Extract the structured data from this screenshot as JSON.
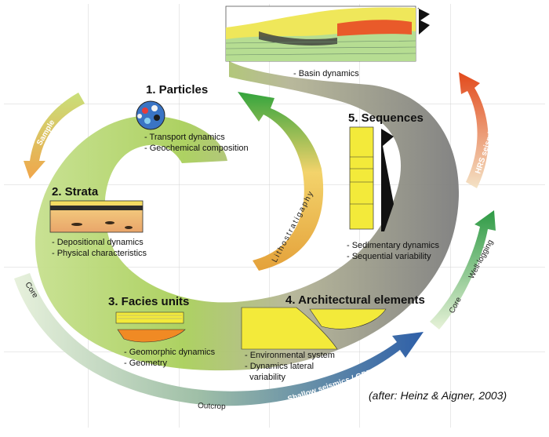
{
  "stages": [
    {
      "title": "1. Particles",
      "items": [
        "- Transport dynamics",
        "- Geochemical composition"
      ]
    },
    {
      "title": "2. Strata",
      "items": [
        "- Depositional dynamics",
        "- Physical characteristics"
      ]
    },
    {
      "title": "3. Facies units",
      "items": [
        "- Geomorphic dynamics",
        "- Geometry"
      ]
    },
    {
      "title": "4. Architectural elements",
      "items": [
        "- Environmental system",
        "- Dynamics lateral",
        "  variability"
      ]
    },
    {
      "title": "5. Sequences",
      "items": [
        "- Sedimentary dynamics",
        "- Sequential variability"
      ]
    }
  ],
  "basin": {
    "item": "- Basin dynamics"
  },
  "arrows": {
    "sample": "Sample",
    "lithostratigraphy": "Lithostratigaphy",
    "core_left": "Core",
    "outcrop": "Outcrop",
    "shallow": "Shallow seismics / GPR",
    "core_right": "Core",
    "well_logging": "Well-logging",
    "hrs_seismic": "HRS seismic"
  },
  "citation": "(after: Heinz & Aigner, 2003)",
  "colors": {
    "green": "#7cc242",
    "grey": "#8a8a8a",
    "orange": "#f08a24",
    "yellow": "#f3ea3a",
    "blue": "#3b6db3"
  }
}
